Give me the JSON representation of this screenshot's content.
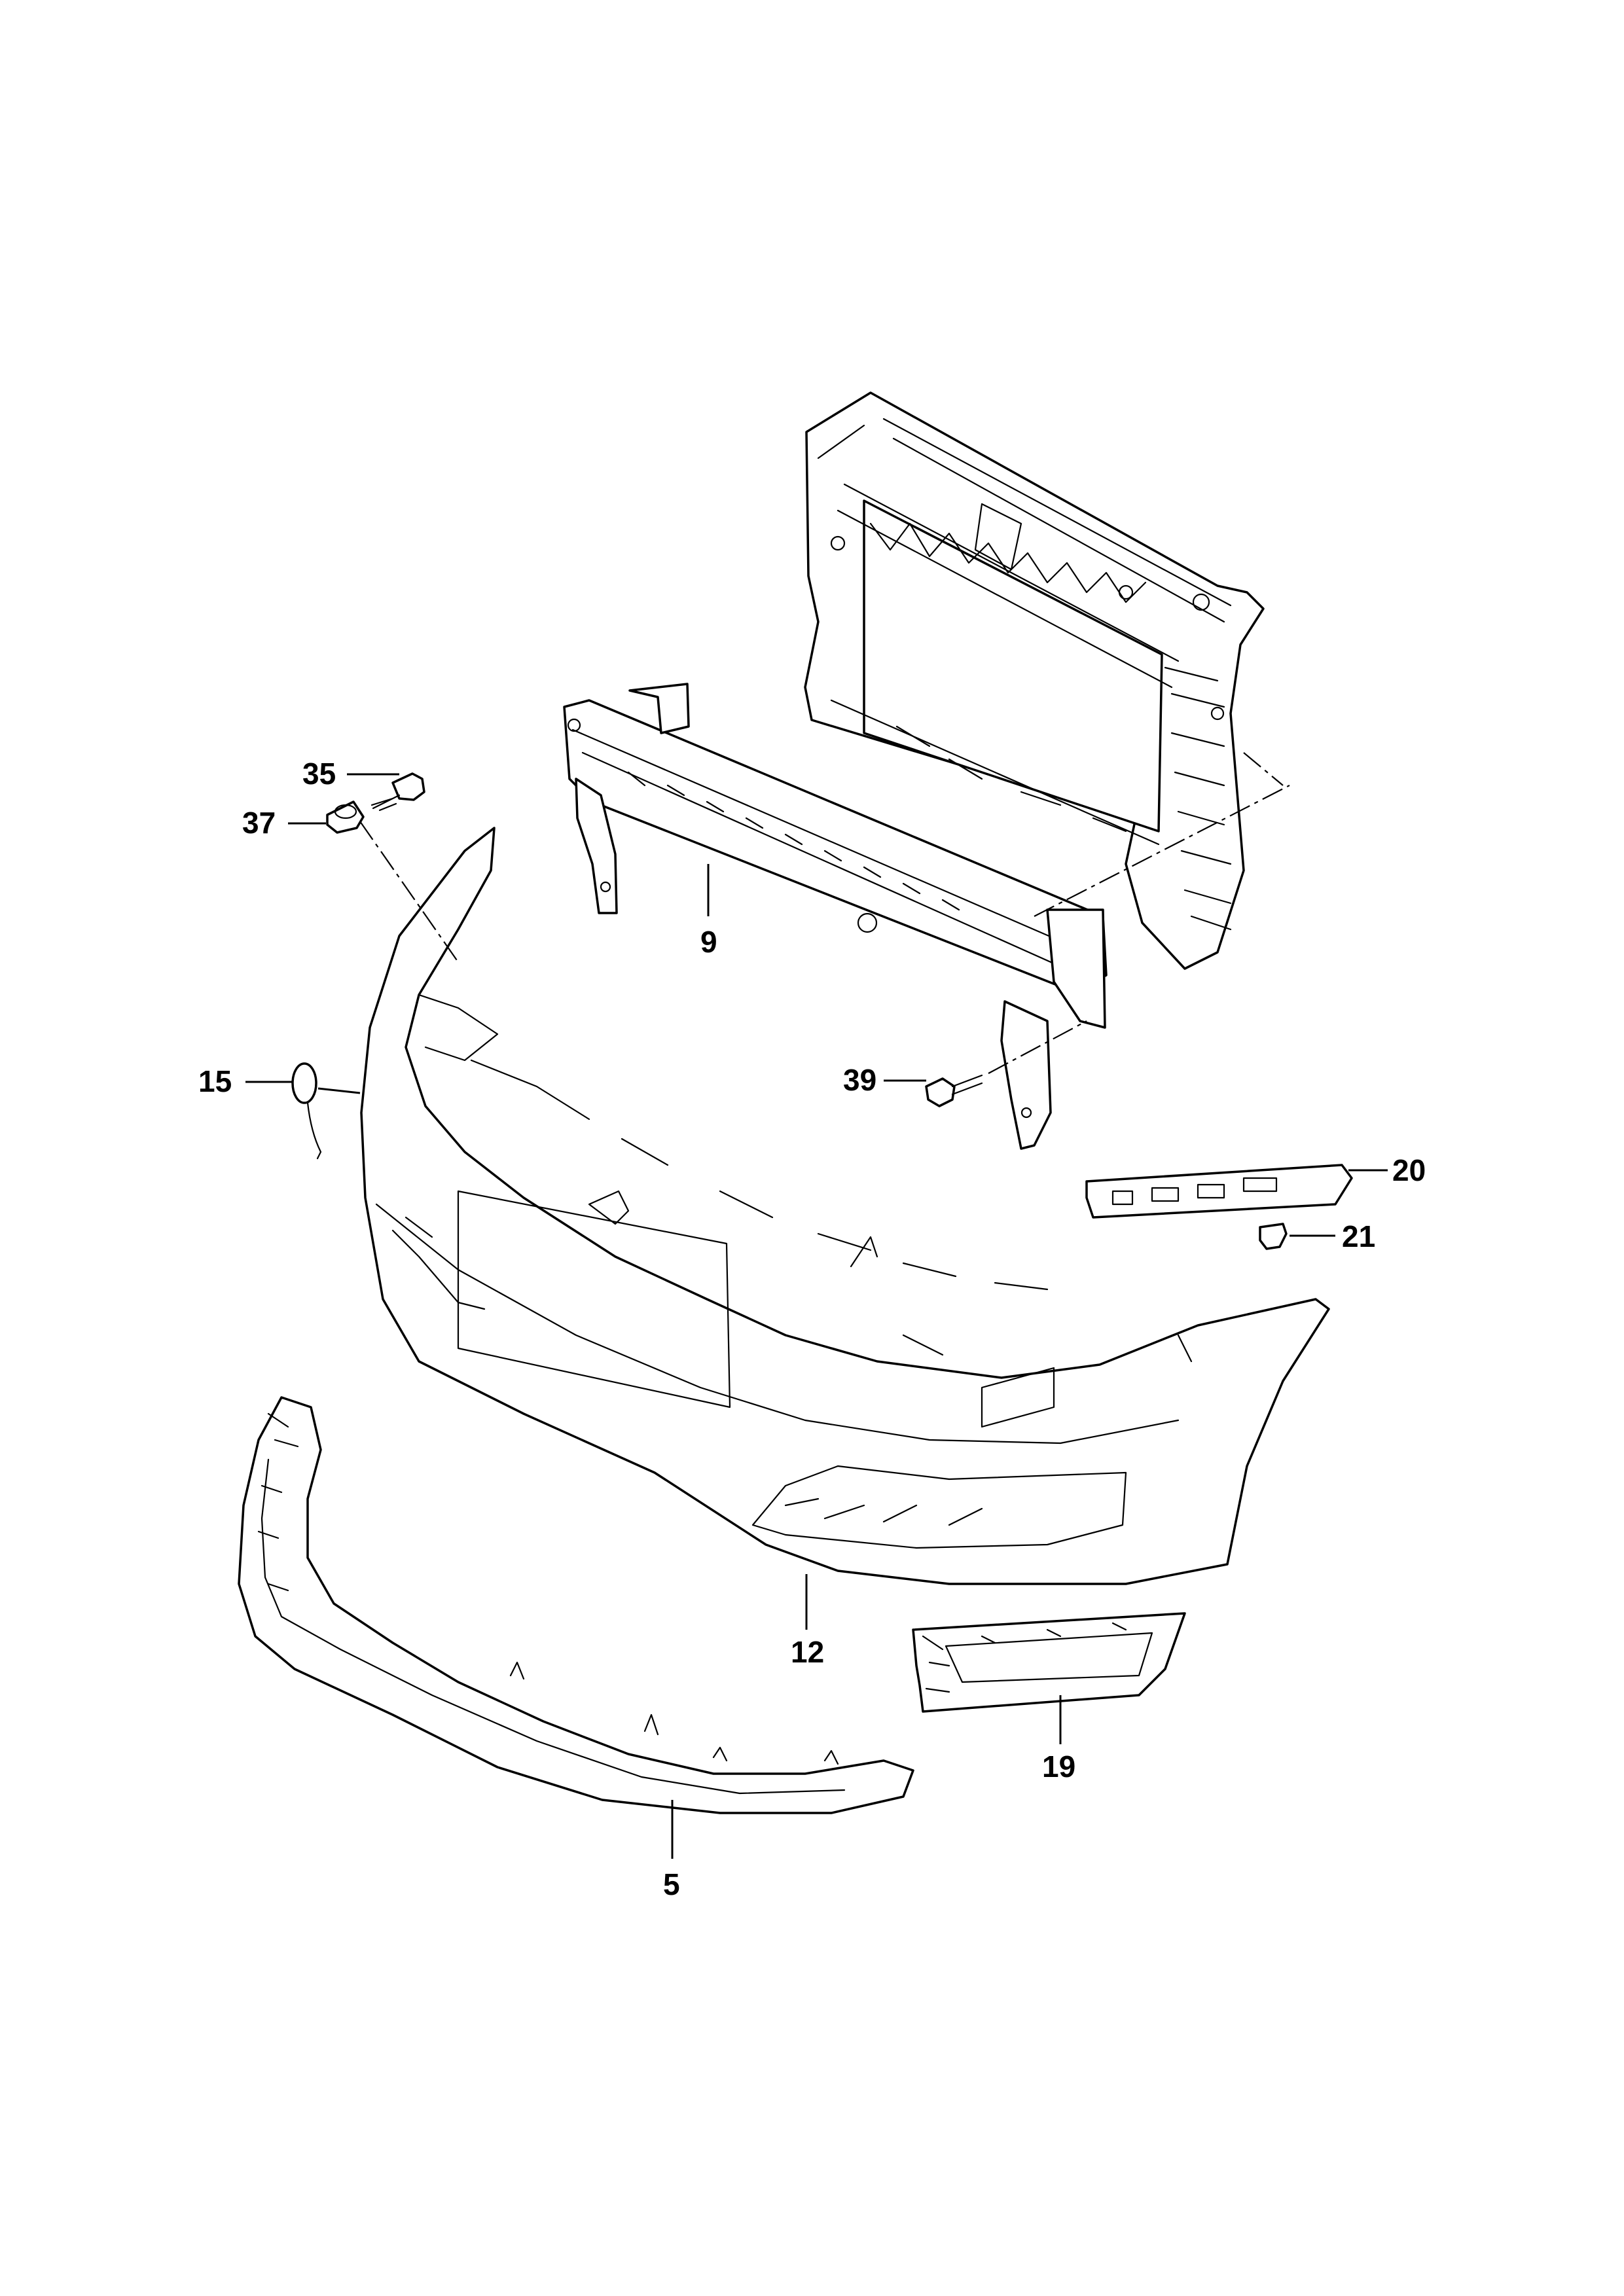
{
  "diagram": {
    "callouts": [
      {
        "id": "c35",
        "label": "35"
      },
      {
        "id": "c37",
        "label": "37"
      },
      {
        "id": "c9",
        "label": "9"
      },
      {
        "id": "c15",
        "label": "15"
      },
      {
        "id": "c39",
        "label": "39"
      },
      {
        "id": "c20",
        "label": "20"
      },
      {
        "id": "c21",
        "label": "21"
      },
      {
        "id": "c12",
        "label": "12"
      },
      {
        "id": "c19",
        "label": "19"
      },
      {
        "id": "c5",
        "label": "5"
      }
    ]
  }
}
